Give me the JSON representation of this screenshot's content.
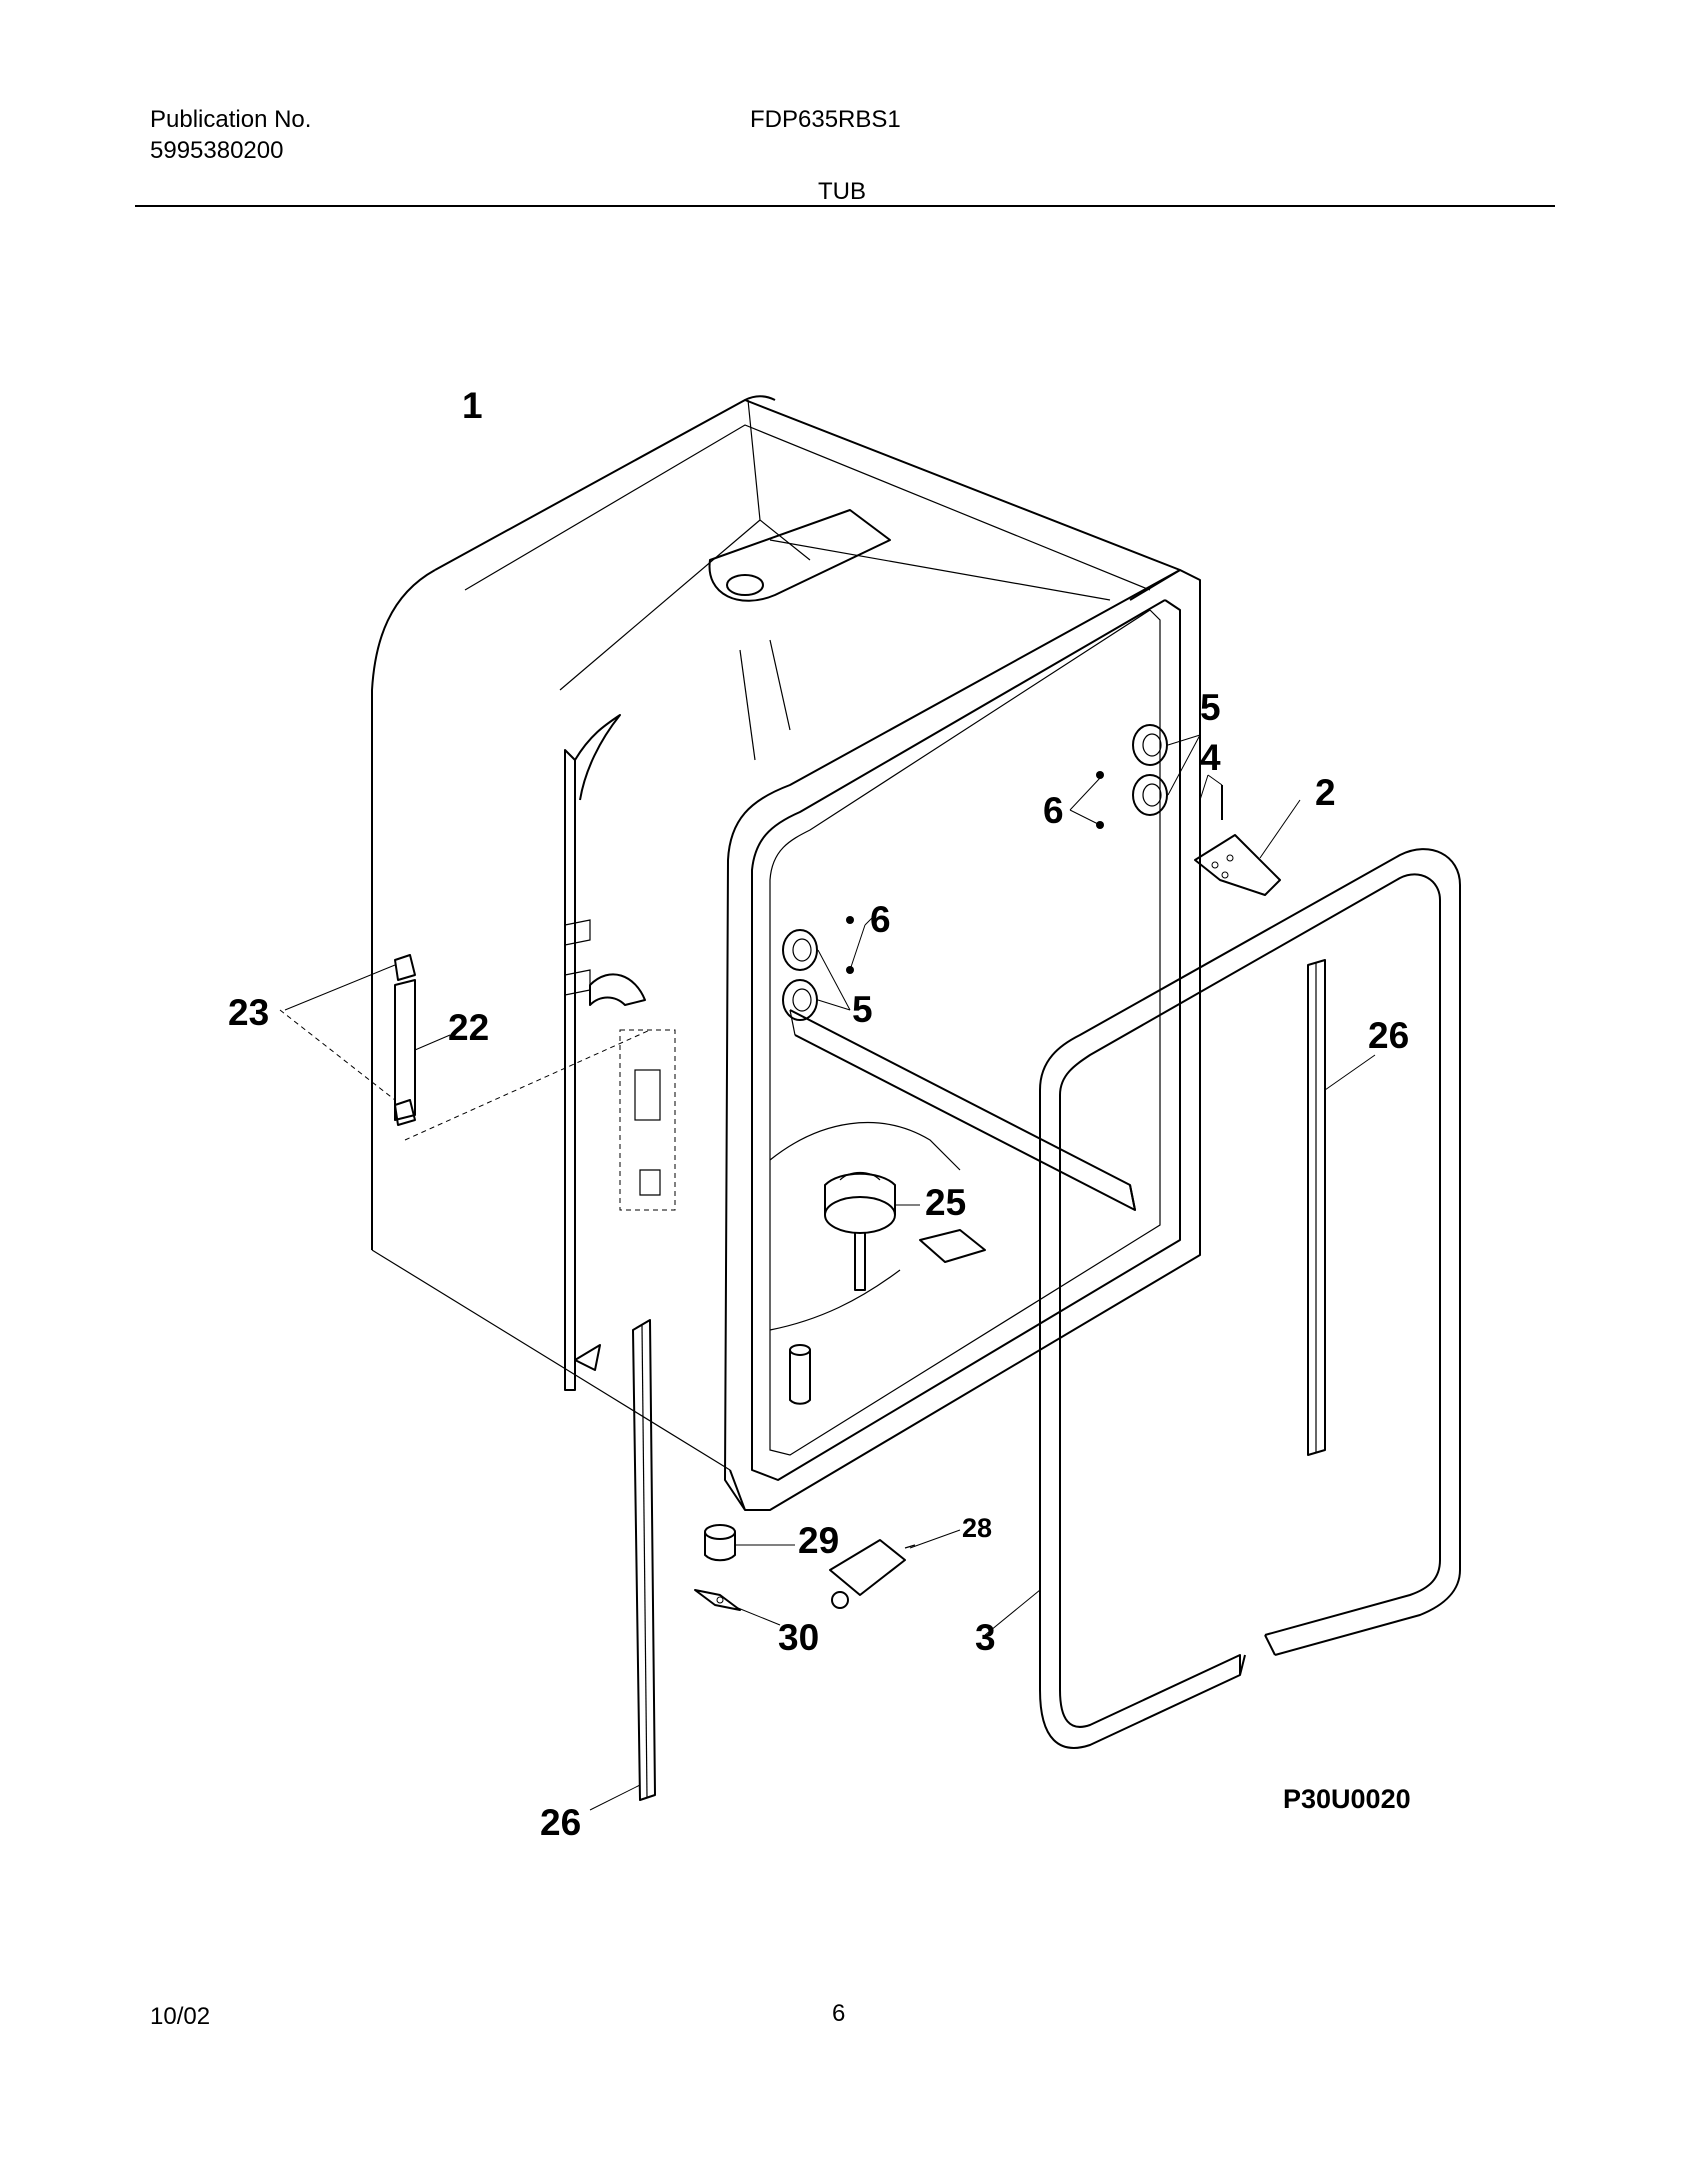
{
  "header": {
    "publication_label": "Publication No.",
    "publication_number": "5995380200",
    "model": "FDP635RBS1",
    "section_title": "TUB"
  },
  "callouts": {
    "c1": "1",
    "c2": "2",
    "c3": "3",
    "c4": "4",
    "c5a": "5",
    "c5b": "5",
    "c6a": "6",
    "c6b": "6",
    "c22": "22",
    "c23": "23",
    "c25": "25",
    "c26a": "26",
    "c26b": "26",
    "c28": "28",
    "c29": "29",
    "c30": "30"
  },
  "diagram_code": "P30U0020",
  "footer": {
    "date": "10/02",
    "page": "6"
  }
}
